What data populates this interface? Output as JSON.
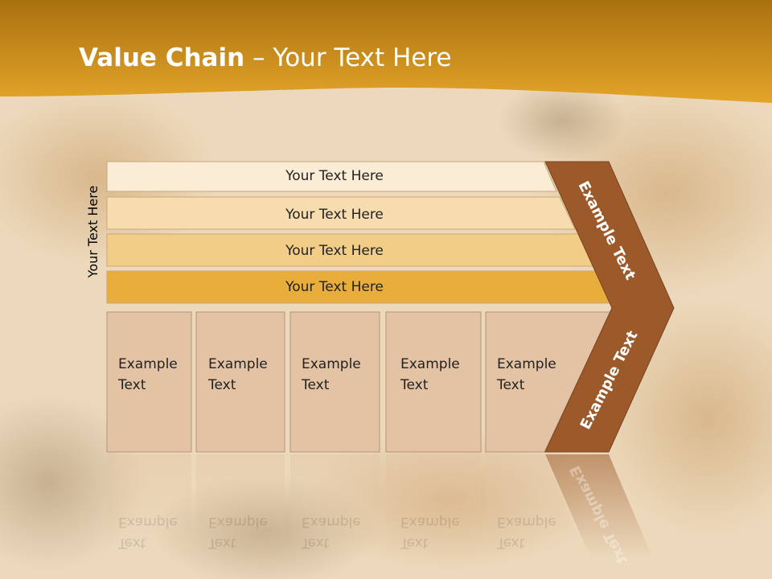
{
  "title": {
    "bold": "Value Chain",
    "rest": " – Your Text Here"
  },
  "side_label": "Your Text Here",
  "rows": [
    "Your Text Here",
    "Your Text Here",
    "Your Text Here",
    "Your Text Here"
  ],
  "boxes": [
    {
      "line1": "Example",
      "line2": "Text"
    },
    {
      "line1": "Example",
      "line2": "Text"
    },
    {
      "line1": "Example",
      "line2": "Text"
    },
    {
      "line1": "Example",
      "line2": "Text"
    },
    {
      "line1": "Example",
      "line2": "Text"
    }
  ],
  "chevron": {
    "upper": "Example Text",
    "lower": "Example Text"
  },
  "colors": {
    "header": "#d4921c",
    "row1": "#faecd5",
    "row2": "#f6dcae",
    "row3": "#f2cd87",
    "row4": "#e8ad3a",
    "box": "#e3c3a3",
    "chevron": "#9c5a2a"
  }
}
